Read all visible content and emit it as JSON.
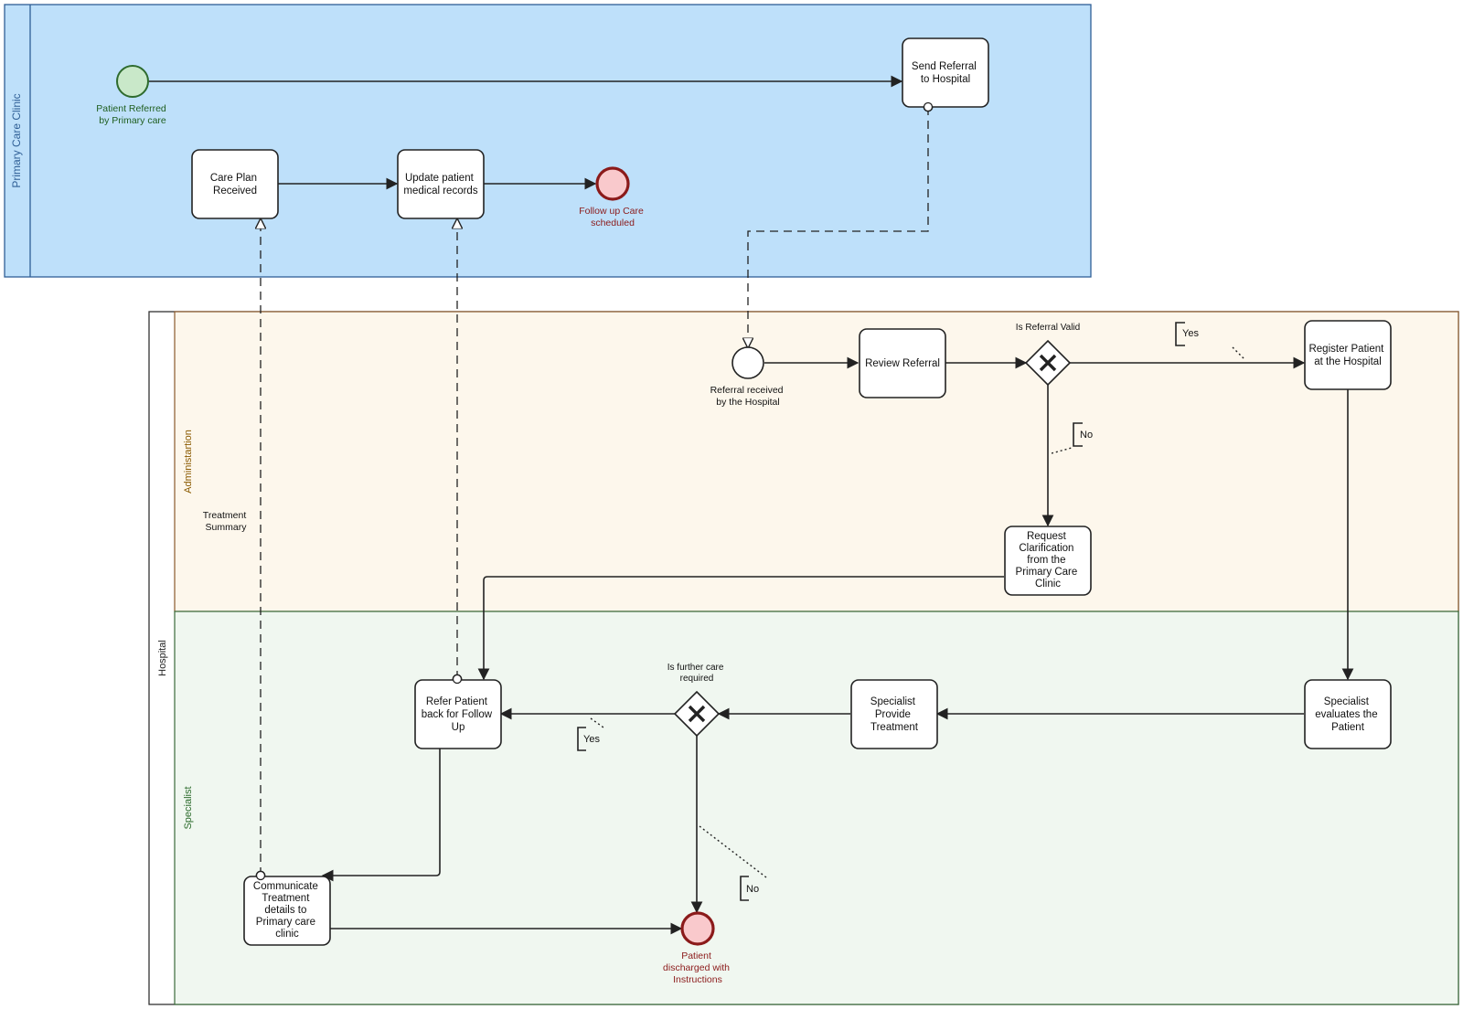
{
  "pools": {
    "primary_care": {
      "label": "Primary Care Clinic"
    },
    "hospital": {
      "label": "Hospital"
    }
  },
  "lanes": {
    "administration": {
      "label": "Administartion"
    },
    "specialist": {
      "label": "Specialist"
    }
  },
  "tasks": {
    "send_referral": {
      "lines": [
        "Send Referral",
        "to Hospital"
      ]
    },
    "care_plan_received": {
      "lines": [
        "Care Plan",
        "Received"
      ]
    },
    "update_records": {
      "lines": [
        "Update patient",
        "medical records"
      ]
    },
    "review_referral": {
      "lines": [
        "Review Referral"
      ]
    },
    "register_patient": {
      "lines": [
        "Register Patient",
        "at the Hospital"
      ]
    },
    "request_clarification": {
      "lines": [
        "Request",
        "Clarification",
        "from the",
        "Primary Care",
        "Clinic"
      ]
    },
    "specialist_evaluates": {
      "lines": [
        "Specialist",
        "evaluates the",
        "Patient"
      ]
    },
    "specialist_treatment": {
      "lines": [
        "Specialist",
        "Provide",
        "Treatment"
      ]
    },
    "refer_back": {
      "lines": [
        "Refer Patient",
        "back for Follow",
        "Up"
      ]
    },
    "communicate_details": {
      "lines": [
        "Communicate",
        "Treatment",
        "details to",
        "Primary care",
        "clinic"
      ]
    }
  },
  "events": {
    "patient_referred": {
      "lines": [
        "Patient Referred",
        "by Primary care"
      ]
    },
    "follow_up_scheduled": {
      "lines": [
        "Follow up Care",
        "scheduled"
      ]
    },
    "referral_received": {
      "lines": [
        "Referral received",
        "by the Hospital"
      ]
    },
    "patient_discharged": {
      "lines": [
        "Patient",
        "discharged with",
        "Instructions"
      ]
    }
  },
  "gateways": {
    "referral_valid": {
      "label": "Is Referral Valid"
    },
    "further_care": {
      "lines": [
        "Is further care",
        "required"
      ]
    }
  },
  "annotations": {
    "referral_yes": "Yes",
    "referral_no": "No",
    "further_yes": "Yes",
    "further_no": "No",
    "treatment_summary": [
      "Treatment",
      "Summary"
    ]
  },
  "colors": {
    "primary_pool_fill": "#bee0fa",
    "primary_pool_stroke": "#2f5f96",
    "admin_lane_fill": "#fdf7ec",
    "admin_lane_stroke": "#8a5a2c",
    "admin_label": "#8a5a00",
    "specialist_lane_fill": "#f0f7f0",
    "specialist_lane_stroke": "#3a6a3a",
    "specialist_label": "#2a6a2a",
    "start_fill": "#c9e8c9",
    "start_stroke": "#2e6b2e",
    "start_label": "#1f5e1f",
    "end_fill": "#f9c9cc",
    "end_stroke": "#8b1a1a",
    "end_label": "#8b1a1a",
    "line": "#222222"
  }
}
